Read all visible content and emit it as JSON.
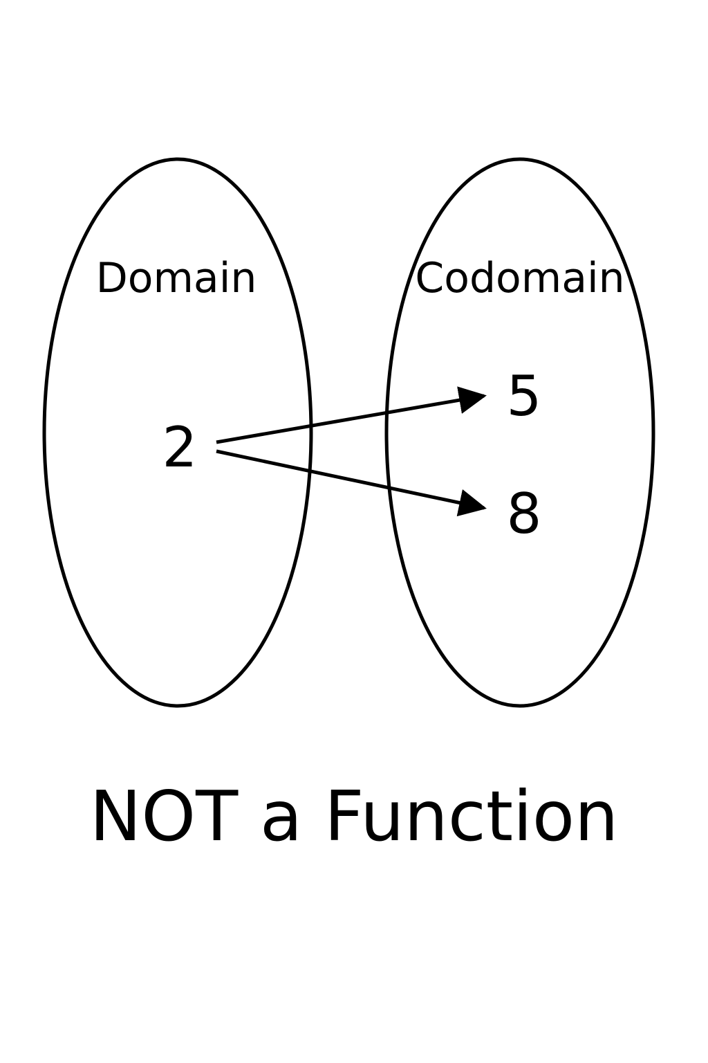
{
  "colors": {
    "ink": "#000000",
    "background": "#ffffff"
  },
  "sets": {
    "domain": {
      "label": "Domain",
      "elements": [
        "2"
      ]
    },
    "codomain": {
      "label": "Codomain",
      "elements": [
        "5",
        "8"
      ]
    }
  },
  "mappings": [
    {
      "from": "2",
      "to": "5"
    },
    {
      "from": "2",
      "to": "8"
    }
  ],
  "caption": "NOT a Function"
}
